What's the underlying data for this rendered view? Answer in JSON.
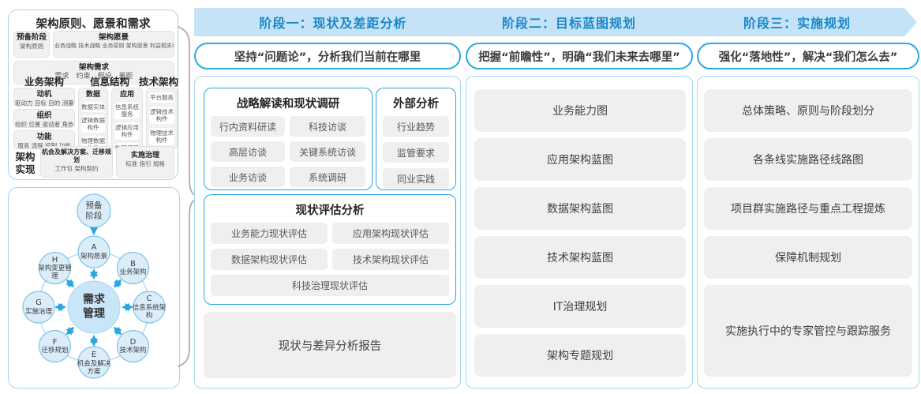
{
  "palette": {
    "banner_bg": "#c5e3f6",
    "banner_text": "#1b87c9",
    "accent_blue": "#2aa7df",
    "light_blue_border": "#a6d5f0",
    "chip_bg": "#efefef",
    "chip_text": "#595959",
    "circle_fill": "#daedf9",
    "circle_stroke": "#7ec3ea",
    "center_fill": "#c9e6f8",
    "brace_gray": "#b3b3b3"
  },
  "togaf": {
    "title": "架构原则、愿景和需求",
    "prep_title": "预备阶段",
    "prep_sub": "架构原则",
    "vision_title": "架构愿景",
    "vision_sub": "业务战略 技术战略 业务原则 架构愿景 利益相关者",
    "req_title": "架构需求",
    "req_sub": "需求　约束　假设　差距",
    "business_title": "业务架构",
    "business_items": [
      {
        "title": "动机",
        "sub": "驱动力 目标 目的 测量"
      },
      {
        "title": "组织",
        "sub": "组织 位置 驱动者 角色"
      },
      {
        "title": "功能",
        "sub": "服务 流程 控制 功能"
      }
    ],
    "info_title": "信息结构",
    "data_title": "数据",
    "data_items": [
      "数据实体",
      "逻辑数据构件",
      "物理数据构件"
    ],
    "app_title": "应用",
    "app_items": [
      "信息系统服务",
      "逻辑应用构件",
      "物理应用构件"
    ],
    "tech_title": "技术架构",
    "tech_items": [
      "平台服务",
      "逻辑技术构件",
      "物理技术构件"
    ],
    "real_title": "架构实现",
    "real_box1_title": "机会及解决方案、迁移规划",
    "real_box1_sub": "工作包 架构契约",
    "real_box2_title": "实施治理",
    "real_box2_sub": "标准 指引 规格"
  },
  "adm": {
    "prep": "预备阶段",
    "center": "需求管理",
    "nodes": [
      {
        "letter": "A",
        "label": "架构愿景"
      },
      {
        "letter": "B",
        "label": "业务架构"
      },
      {
        "letter": "C",
        "label": "信息系统架构"
      },
      {
        "letter": "D",
        "label": "技术架构"
      },
      {
        "letter": "E",
        "label": "机会及解决方案"
      },
      {
        "letter": "F",
        "label": "迁移规划"
      },
      {
        "letter": "G",
        "label": "实施治理"
      },
      {
        "letter": "H",
        "label": "架构变更管理"
      }
    ]
  },
  "phases": [
    {
      "banner": "阶段一：现状及差距分析",
      "slogan": "坚持“问题论”，分析我们当前在哪里",
      "survey": {
        "title": "战略解读和现状调研",
        "items": [
          "行内资料研读",
          "科技访谈",
          "高层访谈",
          "关键系统访谈",
          "业务访谈",
          "系统调研"
        ]
      },
      "external": {
        "title": "外部分析",
        "items": [
          "行业趋势",
          "监管要求",
          "同业实践"
        ]
      },
      "assessment": {
        "title": "现状评估分析",
        "items": [
          "业务能力现状评估",
          "应用架构现状评估",
          "数据架构现状评估",
          "技术架构现状评估",
          "科技治理现状评估"
        ]
      },
      "report": "现状与差异分析报告"
    },
    {
      "banner": "阶段二：目标蓝图规划",
      "slogan": "把握“前瞻性”，明确“我们未来去哪里”",
      "items": [
        "业务能力图",
        "应用架构蓝图",
        "数据架构蓝图",
        "技术架构蓝图",
        "IT治理规划",
        "架构专题规划"
      ]
    },
    {
      "banner": "阶段三：实施规划",
      "slogan": "强化“落地性”，解决“我们怎么去”",
      "items": [
        "总体策略、原则与阶段划分",
        "各条线实施路径线路图",
        "项目群实施路径与重点工程提炼",
        "保障机制规划",
        "实施执行中的专家管控与跟踪服务"
      ]
    }
  ]
}
